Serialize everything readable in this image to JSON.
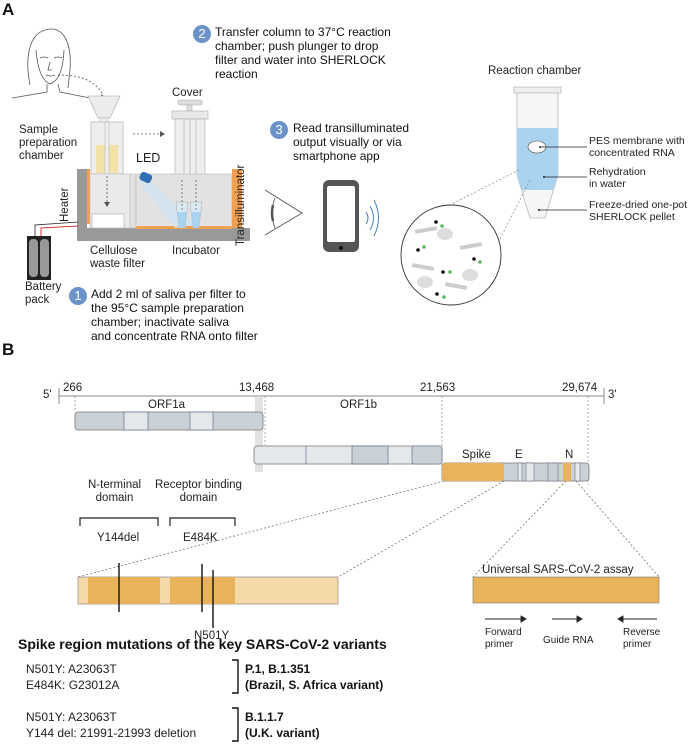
{
  "panel_a": {
    "label": "A",
    "steps": [
      {
        "number": "1",
        "text": "Add 2 ml of saliva per filter to\nthe 95°C sample preparation\nchamber; inactivate saliva\nand concentrate RNA onto filter"
      },
      {
        "number": "2",
        "text": "Transfer column to 37°C reaction\nchamber; push plunger to drop\nfilter and water into SHERLOCK\nreaction"
      },
      {
        "number": "3",
        "text": "Read transilluminated\noutput visually or via\nsmartphone app"
      }
    ],
    "labels": {
      "sample_chamber": "Sample\npreparation\nchamber",
      "cover": "Cover",
      "led": "LED",
      "heater": "Heater",
      "transilluminator": "Transilluminator",
      "cellulose": "Cellulose\nwaste filter",
      "incubator": "Incubator",
      "battery": "Battery\npack",
      "reaction_chamber": "Reaction chamber",
      "pes": "PES membrane with\nconcentrated RNA",
      "rehydration": "Rehydration\nin water",
      "pellet": "Freeze-dried one-pot\nSHERLOCK pellet"
    },
    "colors": {
      "badge": "#6c93c9",
      "orange": "#f0a050",
      "liquid": "#a9d3ee",
      "yellow": "#f3e2a8",
      "led": "#2e6fb5"
    }
  },
  "panel_b": {
    "label": "B",
    "five_prime": "5'",
    "three_prime": "3'",
    "positions": [
      "266",
      "13,468",
      "21,563",
      "29,674"
    ],
    "genes": {
      "orf1a": "ORF1a",
      "orf1b": "ORF1b",
      "spike": "Spike",
      "e": "E",
      "n": "N"
    },
    "domains": {
      "ntd": "N-terminal\ndomain",
      "rbd": "Receptor binding\ndomain"
    },
    "mutations": {
      "y144": "Y144del",
      "e484": "E484K",
      "n501": "N501Y"
    },
    "assay": {
      "title": "Universal SARS-CoV-2 assay",
      "forward": "Forward\nprimer",
      "guide": "Guide RNA",
      "reverse": "Reverse\nprimer"
    },
    "colors": {
      "gene_gray": "#c9d1d6",
      "gene_light": "#e4e8eb",
      "spike": "#e8b35a",
      "spike_light": "#f6d9a8"
    }
  },
  "mutations_table": {
    "title": "Spike region mutations of the key SARS-CoV-2 variants",
    "groups": [
      {
        "mutations": "N501Y: A23063T\nE484K: G23012A",
        "variant": "P.1, B.1.351\n(Brazil, S. Africa variant)"
      },
      {
        "mutations": "N501Y: A23063T\nY144 del: 21991-21993 deletion",
        "variant": "B.1.1.7\n(U.K. variant)"
      }
    ]
  }
}
